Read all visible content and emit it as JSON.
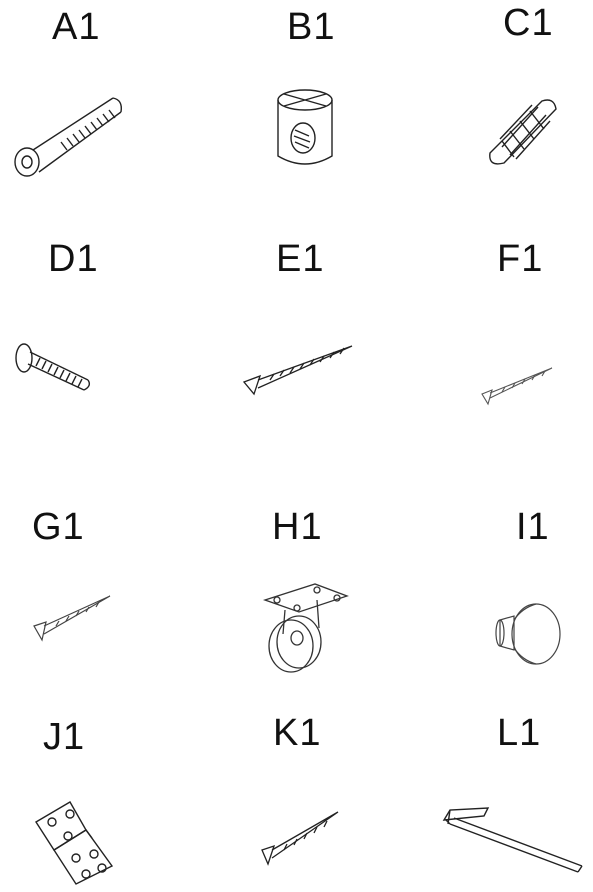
{
  "parts": [
    {
      "id": "A1",
      "label": "A1",
      "icon": "connector-bolt-icon"
    },
    {
      "id": "B1",
      "label": "B1",
      "icon": "barrel-nut-icon"
    },
    {
      "id": "C1",
      "label": "C1",
      "icon": "wooden-dowel-icon"
    },
    {
      "id": "D1",
      "label": "D1",
      "icon": "short-bolt-icon"
    },
    {
      "id": "E1",
      "label": "E1",
      "icon": "long-screw-icon"
    },
    {
      "id": "F1",
      "label": "F1",
      "icon": "small-screw-icon"
    },
    {
      "id": "G1",
      "label": "G1",
      "icon": "small-screw-icon"
    },
    {
      "id": "H1",
      "label": "H1",
      "icon": "caster-wheel-icon"
    },
    {
      "id": "I1",
      "label": "I1",
      "icon": "knob-icon"
    },
    {
      "id": "J1",
      "label": "J1",
      "icon": "corner-bracket-icon"
    },
    {
      "id": "K1",
      "label": "K1",
      "icon": "medium-screw-icon"
    },
    {
      "id": "L1",
      "label": "L1",
      "icon": "allen-key-icon"
    }
  ]
}
